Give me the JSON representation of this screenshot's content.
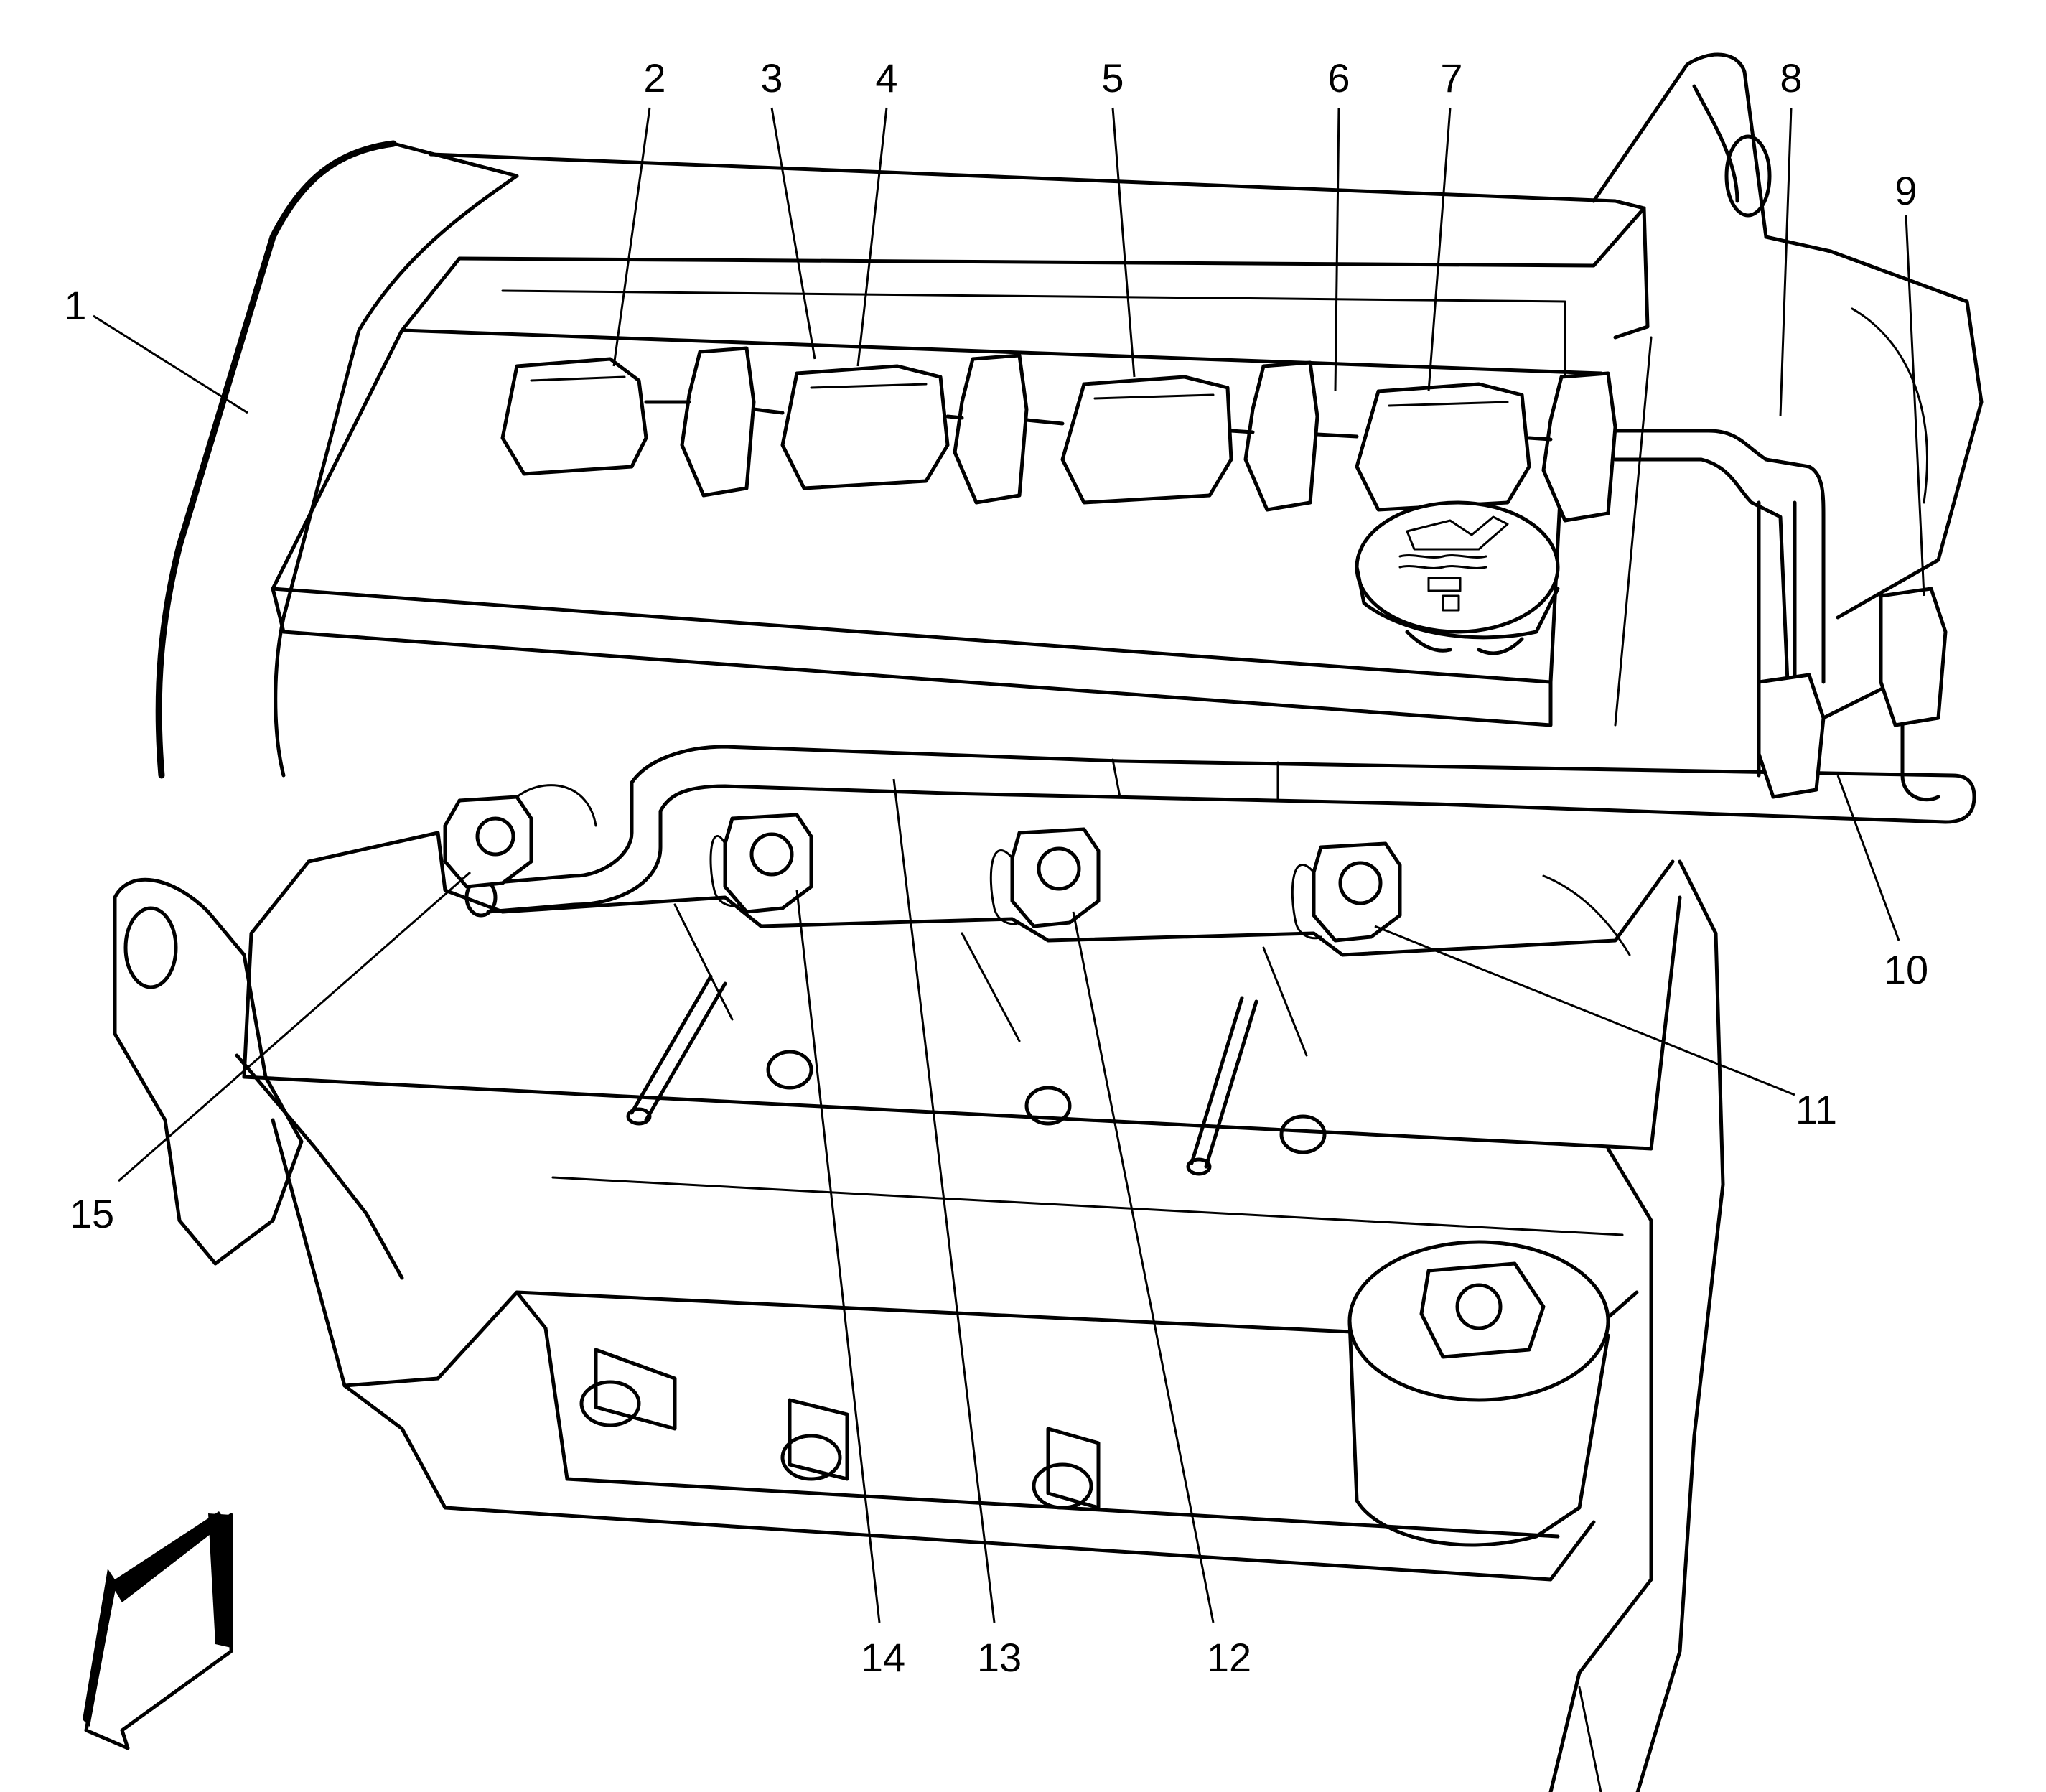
{
  "callouts": [
    {
      "id": "1",
      "label": "1"
    },
    {
      "id": "2",
      "label": "2"
    },
    {
      "id": "3",
      "label": "3"
    },
    {
      "id": "4",
      "label": "4"
    },
    {
      "id": "5",
      "label": "5"
    },
    {
      "id": "6",
      "label": "6"
    },
    {
      "id": "7",
      "label": "7"
    },
    {
      "id": "8",
      "label": "8"
    },
    {
      "id": "9",
      "label": "9"
    },
    {
      "id": "10",
      "label": "10"
    },
    {
      "id": "11",
      "label": "11"
    },
    {
      "id": "12",
      "label": "12"
    },
    {
      "id": "13",
      "label": "13"
    },
    {
      "id": "14",
      "label": "14"
    },
    {
      "id": "15",
      "label": "15"
    }
  ],
  "icons": {
    "direction_arrow": "front-direction-arrow-icon",
    "oil_can": "oil-can-icon"
  }
}
